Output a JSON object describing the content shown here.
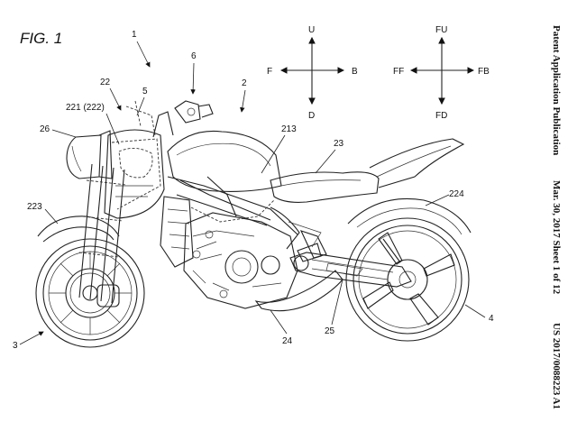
{
  "figure_label": "FIG. 1",
  "side_header": {
    "publication": "Patent Application Publication",
    "date_sheet": "Mar. 30, 2017 Sheet 1 of 12",
    "number": "US 2017/0088223 A1"
  },
  "axes_left": {
    "up": "U",
    "down": "D",
    "forward": "F",
    "back": "B"
  },
  "axes_right": {
    "up": "FU",
    "down": "FD",
    "forward": "FF",
    "back": "FB"
  },
  "refs": {
    "r1": "1",
    "r2": "2",
    "r3": "3",
    "r4": "4",
    "r5": "5",
    "r6": "6",
    "r22": "22",
    "r221": "221 (222)",
    "r26": "26",
    "r223": "223",
    "r213": "213",
    "r23": "23",
    "r224": "224",
    "r24": "24",
    "r25": "25"
  }
}
